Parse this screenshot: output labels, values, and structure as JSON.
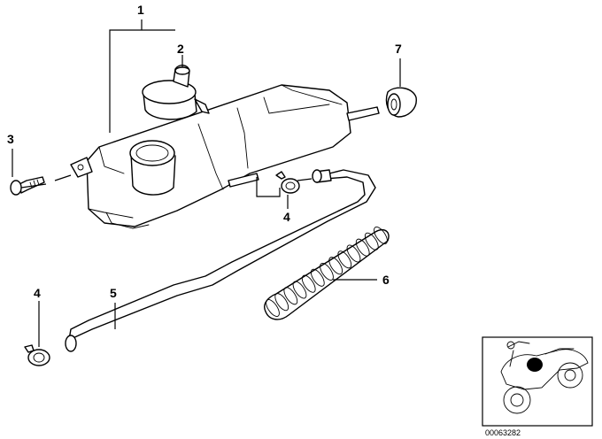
{
  "callouts": {
    "tank": "1",
    "cap": "2",
    "screw": "3",
    "clamp_upper": "4",
    "clamp_lower": "4",
    "hose": "5",
    "sleeve": "6",
    "grommet": "7"
  },
  "inset": {
    "code": "00063282"
  }
}
